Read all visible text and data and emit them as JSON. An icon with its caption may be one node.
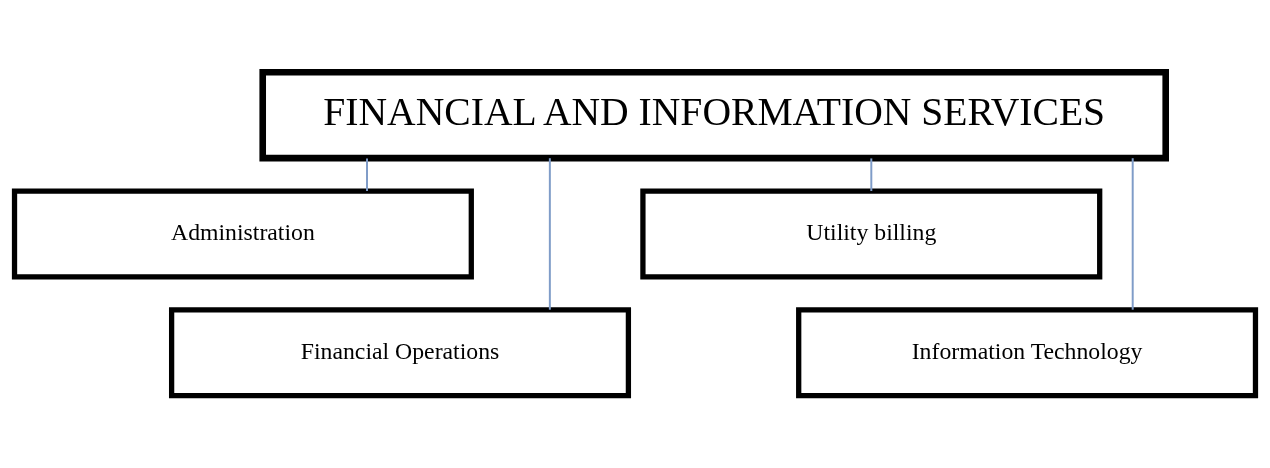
{
  "diagram": {
    "nodes": [
      {
        "text": [
          "FINANCIAL AND INFORMATION SERVICES"
        ]
      },
      {
        "text": [
          "Administration"
        ]
      },
      {
        "text": [
          "Utility billing"
        ]
      },
      {
        "text": [
          "Financial Operations"
        ]
      },
      {
        "text": [
          "Information Technology"
        ]
      }
    ],
    "edges": [
      {
        "from": 0,
        "to": 1,
        "arrow": "none"
      },
      {
        "from": 0,
        "to": 2,
        "arrow": "none"
      },
      {
        "from": 0,
        "to": 3,
        "arrow": "none"
      },
      {
        "from": 0,
        "to": 4,
        "arrow": "none"
      }
    ]
  }
}
